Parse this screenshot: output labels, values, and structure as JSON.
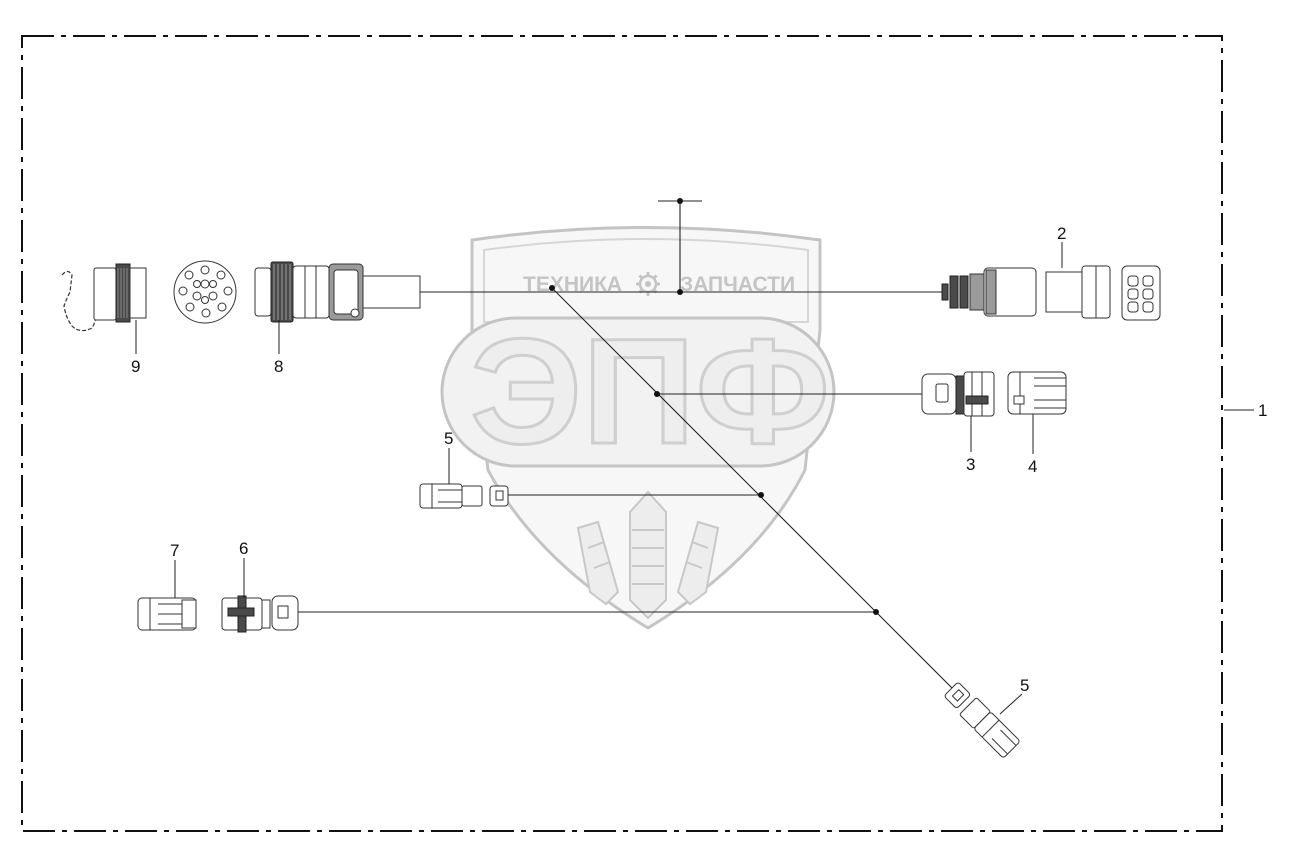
{
  "watermark": {
    "left_text": "ТЕХНИКА",
    "right_text": "ЗАПЧАСТИ",
    "big_text": "ЭПФ",
    "gear_icon": "gear-icon",
    "wheat_icon": "wheat-icon"
  },
  "callouts": {
    "c1": "1",
    "c2": "2",
    "c3": "3",
    "c4": "4",
    "c5a": "5",
    "c5b": "5",
    "c6": "6",
    "c7": "7",
    "c8": "8",
    "c9": "9"
  },
  "colors": {
    "line": "#222222",
    "watermark": "#c8c8c8",
    "border": "#111111"
  }
}
